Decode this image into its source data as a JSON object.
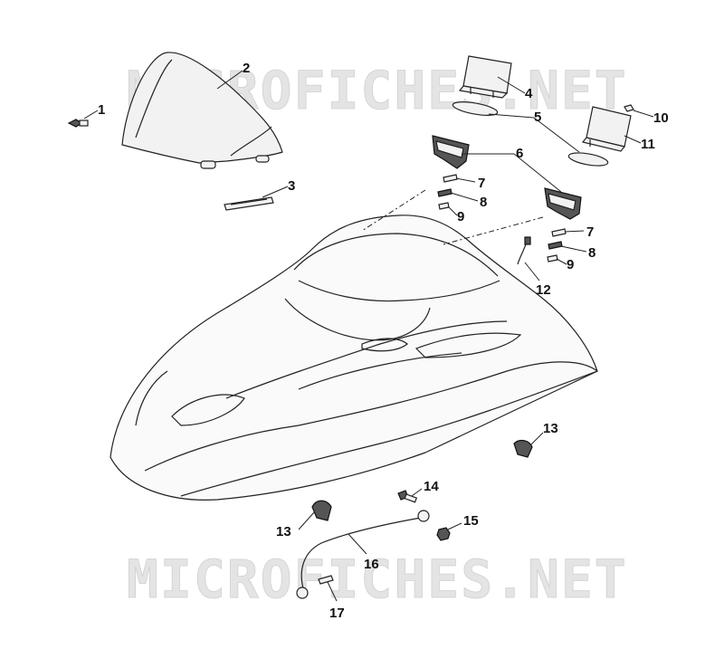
{
  "watermarks": [
    "MICROFICHES.NET",
    "MICROFICHES.NET"
  ],
  "callouts": [
    {
      "id": "1",
      "label": "1"
    },
    {
      "id": "2",
      "label": "2"
    },
    {
      "id": "3",
      "label": "3"
    },
    {
      "id": "4",
      "label": "4"
    },
    {
      "id": "5",
      "label": "5"
    },
    {
      "id": "6",
      "label": "6"
    },
    {
      "id": "7a",
      "label": "7"
    },
    {
      "id": "8a",
      "label": "8"
    },
    {
      "id": "9a",
      "label": "9"
    },
    {
      "id": "7b",
      "label": "7"
    },
    {
      "id": "8b",
      "label": "8"
    },
    {
      "id": "9b",
      "label": "9"
    },
    {
      "id": "10",
      "label": "10"
    },
    {
      "id": "11",
      "label": "11"
    },
    {
      "id": "12",
      "label": "12"
    },
    {
      "id": "13a",
      "label": "13"
    },
    {
      "id": "13b",
      "label": "13"
    },
    {
      "id": "14",
      "label": "14"
    },
    {
      "id": "15",
      "label": "15"
    },
    {
      "id": "16",
      "label": "16"
    },
    {
      "id": "17",
      "label": "17"
    }
  ]
}
